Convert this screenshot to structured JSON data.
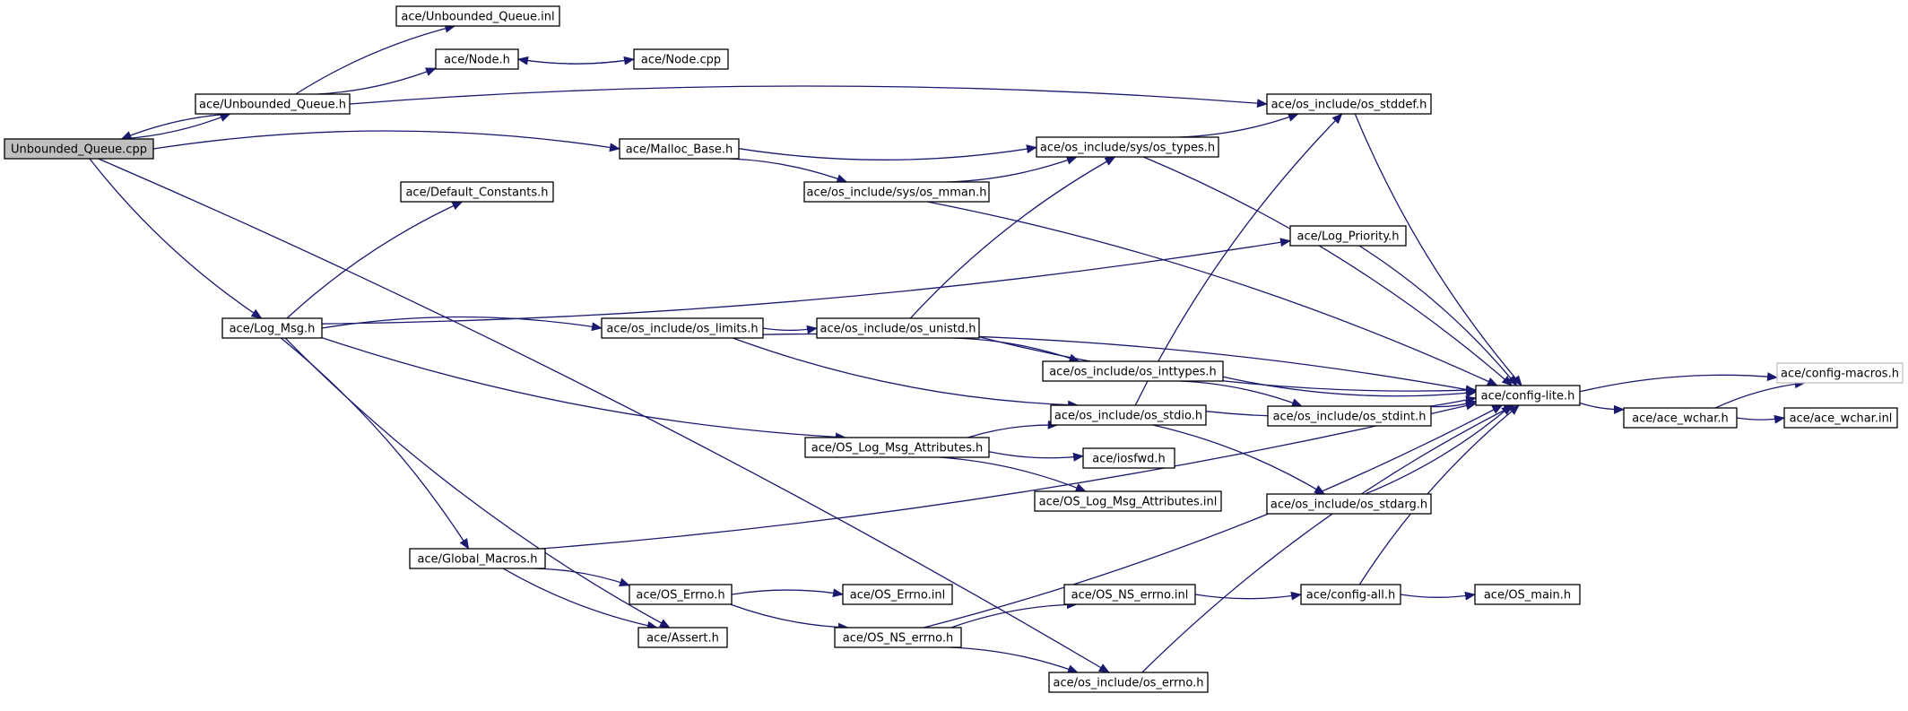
{
  "diagram": {
    "nodes": [
      {
        "id": "root",
        "label": "Unbounded_Queue.cpp",
        "style": "root"
      },
      {
        "id": "uq_inl",
        "label": "ace/Unbounded_Queue.inl"
      },
      {
        "id": "node_h",
        "label": "ace/Node.h"
      },
      {
        "id": "node_cpp",
        "label": "ace/Node.cpp"
      },
      {
        "id": "uq_h",
        "label": "ace/Unbounded_Queue.h"
      },
      {
        "id": "os_stddef",
        "label": "ace/os_include/os_stddef.h"
      },
      {
        "id": "malloc_base",
        "label": "ace/Malloc_Base.h"
      },
      {
        "id": "os_types",
        "label": "ace/os_include/sys/os_types.h"
      },
      {
        "id": "os_mman",
        "label": "ace/os_include/sys/os_mman.h"
      },
      {
        "id": "default_constants",
        "label": "ace/Default_Constants.h"
      },
      {
        "id": "log_priority",
        "label": "ace/Log_Priority.h"
      },
      {
        "id": "log_msg",
        "label": "ace/Log_Msg.h"
      },
      {
        "id": "os_limits",
        "label": "ace/os_include/os_limits.h"
      },
      {
        "id": "os_unistd",
        "label": "ace/os_include/os_unistd.h"
      },
      {
        "id": "os_inttypes",
        "label": "ace/os_include/os_inttypes.h"
      },
      {
        "id": "config_lite",
        "label": "ace/config-lite.h"
      },
      {
        "id": "config_macros",
        "label": "ace/config-macros.h",
        "style": "ext"
      },
      {
        "id": "os_stdint",
        "label": "ace/os_include/os_stdint.h"
      },
      {
        "id": "os_stdio",
        "label": "ace/os_include/os_stdio.h"
      },
      {
        "id": "ace_wchar_h",
        "label": "ace/ace_wchar.h"
      },
      {
        "id": "ace_wchar_inl",
        "label": "ace/ace_wchar.inl"
      },
      {
        "id": "os_log_attr",
        "label": "ace/OS_Log_Msg_Attributes.h"
      },
      {
        "id": "iosfwd",
        "label": "ace/iosfwd.h"
      },
      {
        "id": "os_log_attr_inl",
        "label": "ace/OS_Log_Msg_Attributes.inl"
      },
      {
        "id": "os_stdarg",
        "label": "ace/os_include/os_stdarg.h"
      },
      {
        "id": "global_macros",
        "label": "ace/Global_Macros.h"
      },
      {
        "id": "os_errno_h",
        "label": "ace/OS_Errno.h"
      },
      {
        "id": "os_errno_inl",
        "label": "ace/OS_Errno.inl"
      },
      {
        "id": "os_ns_errno_inl",
        "label": "ace/OS_NS_errno.inl"
      },
      {
        "id": "config_all",
        "label": "ace/config-all.h"
      },
      {
        "id": "os_main",
        "label": "ace/OS_main.h"
      },
      {
        "id": "assert_h",
        "label": "ace/Assert.h"
      },
      {
        "id": "os_ns_errno_h",
        "label": "ace/OS_NS_errno.h"
      },
      {
        "id": "os_errno_inc",
        "label": "ace/os_include/os_errno.h"
      }
    ],
    "edges": [
      [
        "root",
        "uq_h"
      ],
      [
        "root",
        "malloc_base"
      ],
      [
        "root",
        "log_msg"
      ],
      [
        "root",
        "os_errno_inc"
      ],
      [
        "uq_h",
        "root"
      ],
      [
        "uq_h",
        "uq_inl"
      ],
      [
        "uq_h",
        "node_h"
      ],
      [
        "uq_h",
        "os_stddef"
      ],
      [
        "node_h",
        "node_cpp"
      ],
      [
        "node_cpp",
        "node_h"
      ],
      [
        "malloc_base",
        "os_types"
      ],
      [
        "malloc_base",
        "os_mman"
      ],
      [
        "os_mman",
        "os_types"
      ],
      [
        "os_mman",
        "config_lite"
      ],
      [
        "os_types",
        "os_stddef"
      ],
      [
        "os_types",
        "config_lite"
      ],
      [
        "os_stddef",
        "config_lite"
      ],
      [
        "log_msg",
        "default_constants"
      ],
      [
        "log_msg",
        "log_priority"
      ],
      [
        "log_msg",
        "os_limits"
      ],
      [
        "log_msg",
        "os_log_attr"
      ],
      [
        "log_msg",
        "global_macros"
      ],
      [
        "log_msg",
        "assert_h"
      ],
      [
        "log_priority",
        "config_lite"
      ],
      [
        "os_limits",
        "os_unistd"
      ],
      [
        "os_limits",
        "config_lite"
      ],
      [
        "os_limits",
        "os_stdio"
      ],
      [
        "os_unistd",
        "os_types"
      ],
      [
        "os_unistd",
        "config_lite"
      ],
      [
        "os_unistd",
        "os_inttypes"
      ],
      [
        "os_inttypes",
        "config_lite"
      ],
      [
        "os_inttypes",
        "os_stdint"
      ],
      [
        "os_stdint",
        "config_lite"
      ],
      [
        "os_stdio",
        "os_stddef"
      ],
      [
        "os_stdio",
        "config_lite"
      ],
      [
        "os_stdio",
        "os_stdarg"
      ],
      [
        "os_stdarg",
        "config_lite"
      ],
      [
        "config_lite",
        "config_macros"
      ],
      [
        "config_lite",
        "ace_wchar_h"
      ],
      [
        "ace_wchar_h",
        "config_macros"
      ],
      [
        "ace_wchar_h",
        "ace_wchar_inl"
      ],
      [
        "os_log_attr",
        "os_stdio"
      ],
      [
        "os_log_attr",
        "iosfwd"
      ],
      [
        "os_log_attr",
        "os_log_attr_inl"
      ],
      [
        "global_macros",
        "config_lite"
      ],
      [
        "global_macros",
        "os_errno_h"
      ],
      [
        "global_macros",
        "assert_h"
      ],
      [
        "os_errno_h",
        "os_errno_inl"
      ],
      [
        "os_errno_h",
        "os_ns_errno_h"
      ],
      [
        "os_ns_errno_h",
        "os_ns_errno_inl"
      ],
      [
        "os_ns_errno_h",
        "config_lite"
      ],
      [
        "os_ns_errno_h",
        "os_errno_inc"
      ],
      [
        "os_ns_errno_inl",
        "config_all"
      ],
      [
        "config_all",
        "config_lite"
      ],
      [
        "config_all",
        "os_main"
      ],
      [
        "os_errno_inc",
        "config_lite"
      ]
    ]
  }
}
